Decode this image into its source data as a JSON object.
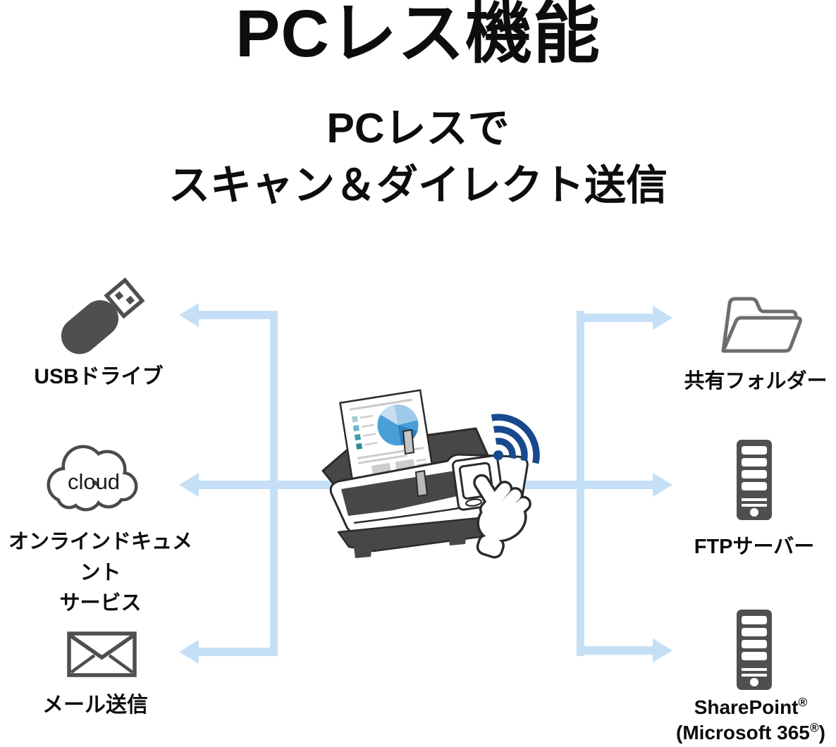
{
  "page": {
    "title": "PCレス機能",
    "subtitle_lines": [
      "PCレスで",
      "スキャン＆ダイレクト送信"
    ]
  },
  "scanner": {
    "name": "document-scanner-illustration",
    "wifi_icon": "wifi-signal-icon",
    "document_icon": "scanned-document-with-pie-chart",
    "hand_icon": "tapping-hand-icon"
  },
  "destinations_left": [
    {
      "icon": "usb-drive-icon",
      "lines": [
        "USBドライブ"
      ]
    },
    {
      "icon": "cloud-icon",
      "icon_label": "cloud",
      "lines": [
        "オンラインドキュメント",
        "サービス"
      ]
    },
    {
      "icon": "email-envelope-icon",
      "lines": [
        "メール送信"
      ]
    }
  ],
  "destinations_right": [
    {
      "icon": "shared-folder-icon",
      "lines": [
        "共有フォルダー"
      ]
    },
    {
      "icon": "server-tower-icon",
      "lines": [
        "FTPサーバー"
      ]
    },
    {
      "icon": "server-tower-icon",
      "rich": {
        "main": "SharePoint",
        "main_sup": "®",
        "sub_open": "(Microsoft 365",
        "sub_sup": "®",
        "sub_close": ")"
      }
    }
  ],
  "colors": {
    "arrow_blue": "#C5DFF6",
    "wifi_blue": "#17498C",
    "icon_dark_gray": "#4F4F4F",
    "folder_outline_gray": "#6E6E6E",
    "scanner_dark": "#474747",
    "text_black": "#111111",
    "pie_main": "#4A9ED8",
    "pie_light": "#9FC9E8",
    "pie_pale": "#C6DEF0",
    "pie_dark": "#2F7FBE"
  }
}
